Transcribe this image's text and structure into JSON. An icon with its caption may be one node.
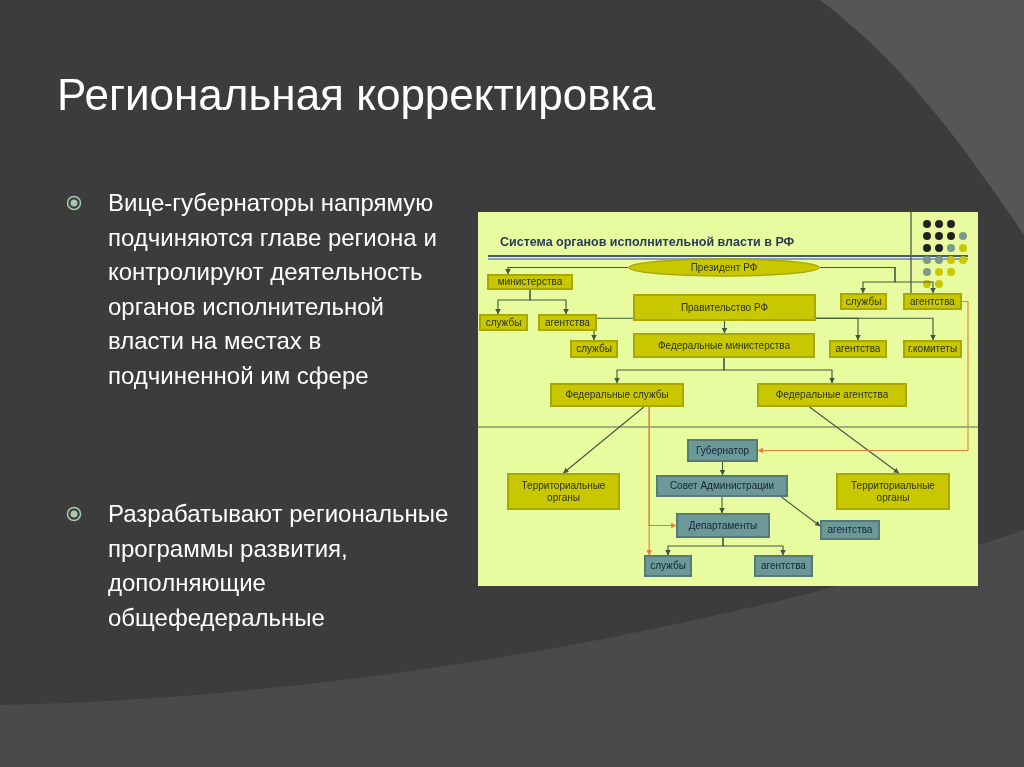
{
  "diagram": {
    "title": "Региональная корректировка",
    "nodes": [
      {
        "text": [
          "Президент РФ"
        ]
      },
      {
        "text": [
          "министерства"
        ]
      },
      {
        "text": [
          "службы"
        ]
      },
      {
        "text": [
          "агентства"
        ]
      },
      {
        "text": [
          "Правительство РФ"
        ]
      },
      {
        "text": [
          "службы"
        ]
      },
      {
        "text": [
          "Федеральные министерства"
        ]
      },
      {
        "text": [
          "службы"
        ]
      },
      {
        "text": [
          "агентства"
        ]
      },
      {
        "text": [
          "агентства"
        ]
      },
      {
        "text": [
          "г.комитеты"
        ]
      },
      {
        "text": [
          "Федеральные службы"
        ]
      },
      {
        "text": [
          "Федеральные агентства"
        ]
      },
      {
        "text": [
          "Губернатор"
        ]
      },
      {
        "text": [
          "Территориальные органы"
        ]
      },
      {
        "text": [
          "Совет Администрации"
        ]
      },
      {
        "text": [
          "Территориальные органы"
        ]
      },
      {
        "text": [
          "Департаменты"
        ]
      },
      {
        "text": [
          "агентства"
        ]
      },
      {
        "text": [
          "службы"
        ]
      },
      {
        "text": [
          "агентства"
        ]
      }
    ],
    "edges": [
      {
        "from": 0,
        "to": 1,
        "arrow": "to"
      },
      {
        "from": 0,
        "to": 7,
        "arrow": "to"
      },
      {
        "from": 0,
        "to": 8,
        "arrow": "to"
      },
      {
        "from": 1,
        "to": 2,
        "arrow": "to"
      },
      {
        "from": 1,
        "to": 3,
        "arrow": "to"
      },
      {
        "from": 4,
        "to": 5,
        "arrow": "to"
      },
      {
        "from": 4,
        "to": 6,
        "arrow": "to"
      },
      {
        "from": 4,
        "to": 9,
        "arrow": "to"
      },
      {
        "from": 4,
        "to": 10,
        "arrow": "to"
      },
      {
        "from": 6,
        "to": 11,
        "arrow": "to"
      },
      {
        "from": 6,
        "to": 12,
        "arrow": "to"
      },
      {
        "from": 11,
        "to": 14,
        "arrow": "to"
      },
      {
        "from": 12,
        "to": 16,
        "arrow": "to"
      },
      {
        "from": 13,
        "to": 15,
        "arrow": "to"
      },
      {
        "from": 15,
        "to": 17,
        "arrow": "to"
      },
      {
        "from": 15,
        "to": 18,
        "arrow": "to"
      },
      {
        "from": 17,
        "to": 19,
        "arrow": "to"
      },
      {
        "from": 17,
        "to": 20,
        "arrow": "to"
      },
      {
        "from": 11,
        "to": 19,
        "arrow": "to",
        "color": "#e0803a"
      },
      {
        "from": 11,
        "to": 17,
        "arrow": "to",
        "color": "#e0803a"
      },
      {
        "from": 8,
        "to": 13,
        "arrow": "to",
        "color": "#e0803a"
      }
    ],
    "labels": [
      "Система органов исполнительной власти в РФ",
      "Вице-губернаторы напрямую подчиняются главе региона и контролируют деятельность органов исполнительной власти на местах в подчиненной им сфере",
      "Разрабатывают региональные программы развития, дополняющие общефедеральные"
    ]
  }
}
